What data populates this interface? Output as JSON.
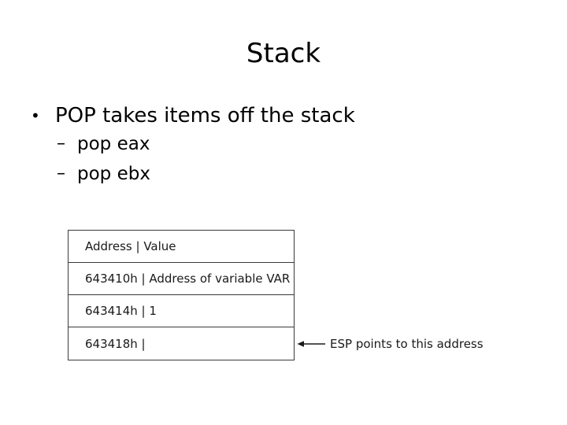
{
  "slide": {
    "title": "Stack",
    "background_color": "#ffffff",
    "text_color": "#000000"
  },
  "bullets": [
    {
      "level": 1,
      "marker": "•",
      "text": "POP takes items off the stack"
    },
    {
      "level": 2,
      "marker": "–",
      "text": "pop eax"
    },
    {
      "level": 2,
      "marker": "–",
      "text": "pop ebx"
    }
  ],
  "stack_table": {
    "border_color": "#3a3a3a",
    "rows": [
      {
        "label": "Address | Value"
      },
      {
        "label": "643410h | Address of variable VAR"
      },
      {
        "label": "643414h | 1"
      },
      {
        "label": "643418h |"
      }
    ]
  },
  "annotation": {
    "arrow_icon": "arrow-left-icon",
    "label": "ESP points to this address",
    "color": "#1a1a1a"
  }
}
